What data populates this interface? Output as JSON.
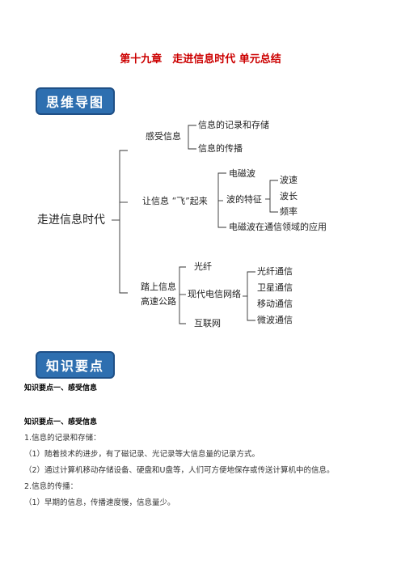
{
  "doc_title": "第十九章　走进信息时代 单元总结",
  "badge_mindmap": "思维导图",
  "badge_knowledge": "知识要点",
  "mindmap": {
    "root": "走进信息时代",
    "b1": {
      "label": "感受信息",
      "children": [
        "信息的记录和存储",
        "信息的传播"
      ]
    },
    "b2": {
      "label": "让信息 “飞”起来",
      "children": [
        "电磁波",
        "波的特征",
        "电磁波在通信领域的应用"
      ],
      "wave_features": [
        "波速",
        "波长",
        "频率"
      ]
    },
    "b3": {
      "label_line1": "踏上信息",
      "label_line2": "高速公路",
      "children": [
        "光纤",
        "现代电信网络",
        "互联网"
      ],
      "networks": [
        "光纤通信",
        "卫星通信",
        "移动通信",
        "微波通信"
      ]
    }
  },
  "content": {
    "heading1": "知识要点一、感受信息",
    "heading2": "知识要点一、感受信息",
    "p1": "1.信息的记录和存储：",
    "p2": "（1）随着技术的进步，有了磁记录、光记录等大信息量的记录方式。",
    "p3": "（2）通过计算机移动存储设备、硬盘和U盘等，人们可方便地保存或传送计算机中的信息。",
    "p4": "2.信息的传播：",
    "p5": "（1）早期的信息，传播速度慢，信息量少。"
  }
}
